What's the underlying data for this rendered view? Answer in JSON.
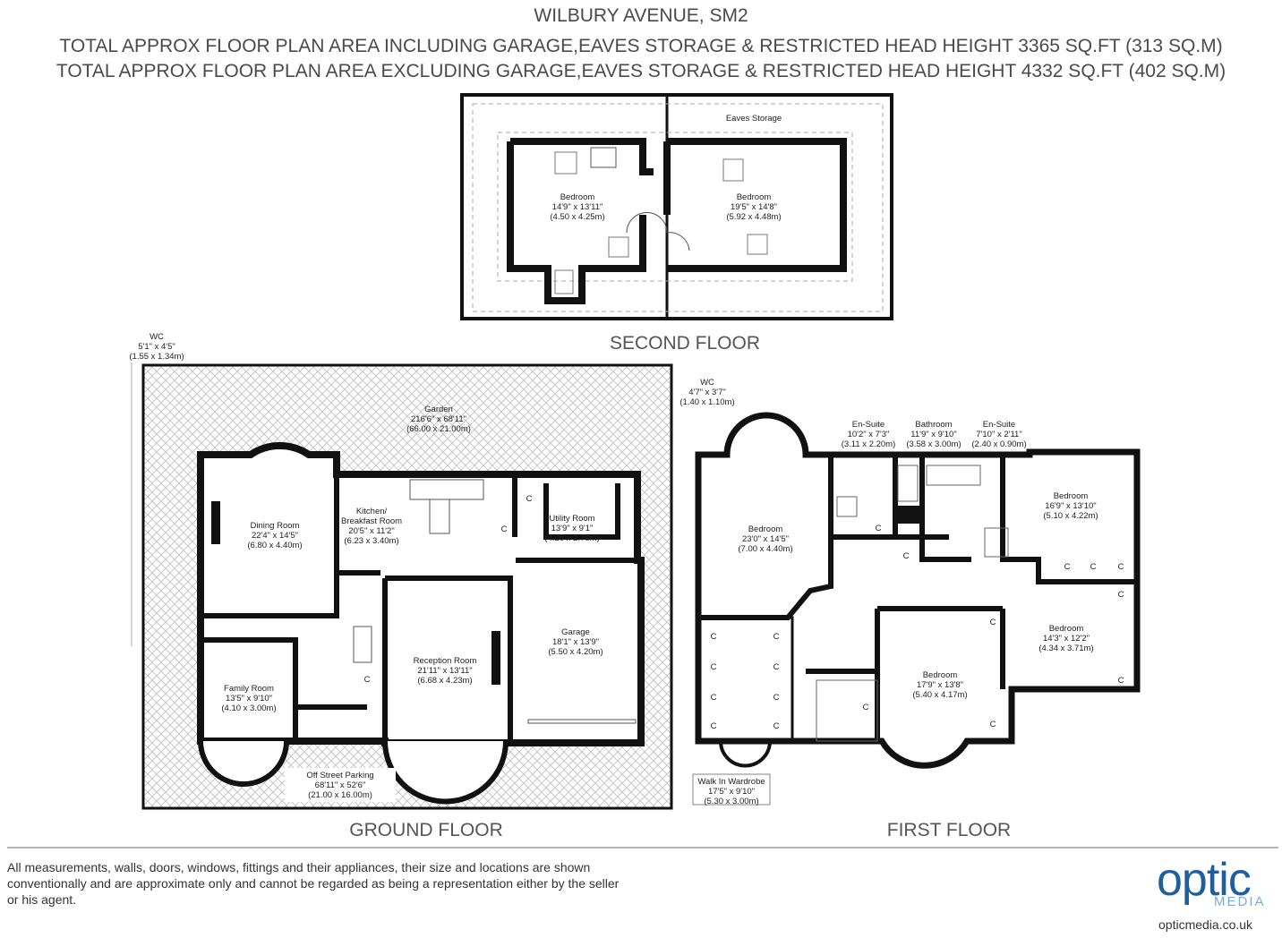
{
  "header": {
    "title": "WILBURY AVENUE, SM2",
    "line1": "TOTAL APPROX FLOOR PLAN AREA INCLUDING GARAGE,EAVES STORAGE & RESTRICTED HEAD HEIGHT 3365 SQ.FT (313 SQ.M)",
    "line2": "TOTAL APPROX FLOOR PLAN AREA EXCLUDING GARAGE,EAVES STORAGE & RESTRICTED HEAD HEIGHT 4332 SQ.FT (402 SQ.M)"
  },
  "floors": {
    "second": "SECOND FLOOR",
    "ground": "GROUND FLOOR",
    "first": "FIRST FLOOR"
  },
  "rooms": {
    "eaves_storage": "Eaves Storage",
    "sf_bedroom_left": [
      "Bedroom",
      "14'9\" x 13'11\"",
      "(4.50 x 4.25m)"
    ],
    "sf_bedroom_right": [
      "Bedroom",
      "19'5\" x 14'8\"",
      "(5.92 x 4.48m)"
    ],
    "gf_wc": [
      "WC",
      "5'1\" x 4'5\"",
      "(1.55 x 1.34m)"
    ],
    "garden": [
      "Garden",
      "216'6\" x 68'11\"",
      "(66.00 x 21.00m)"
    ],
    "gf_wc2": [
      "WC",
      "4'7\" x 3'7\"",
      "(1.40 x 1.10m)"
    ],
    "dining_room": [
      "Dining Room",
      "22'4\" x 14'5\"",
      "(6.80 x 4.40m)"
    ],
    "kitchen": [
      "Kitchen/",
      "Breakfast Room",
      "20'5\" x 11'2\"",
      "(6.23 x 3.40m)"
    ],
    "utility_room": [
      "Utility Room",
      "13'9\" x 9'1\"",
      "(4.20 x 2.78m)"
    ],
    "garage": [
      "Garage",
      "18'1\" x 13'9\"",
      "(5.50 x 4.20m)"
    ],
    "reception_room": [
      "Reception Room",
      "21'11\" x 13'11\"",
      "(6.68 x 4.23m)"
    ],
    "family_room": [
      "Family Room",
      "13'5\" x 9'10\"",
      "(4.10 x 3.00m)"
    ],
    "off_street_parking": [
      "Off Street Parking",
      "68'11\" x 52'6\"",
      "(21.00 x 16.00m)"
    ],
    "ff_en_suite_1": [
      "En-Suite",
      "10'2\" x 7'3\"",
      "(3.11 x 2.20m)"
    ],
    "ff_bathroom": [
      "Bathroom",
      "11'9\" x 9'10\"",
      "(3.58 x 3.00m)"
    ],
    "ff_en_suite_2": [
      "En-Suite",
      "7'10\" x 2'11\"",
      "(2.40 x 0.90m)"
    ],
    "ff_bedroom_main": [
      "Bedroom",
      "23'0\" x 14'5\"",
      "(7.00 x 4.40m)"
    ],
    "ff_bedroom_ne": [
      "Bedroom",
      "16'9\" x 13'10\"",
      "(5.10 x 4.22m)"
    ],
    "ff_bedroom_e": [
      "Bedroom",
      "14'3\" x 12'2\"",
      "(4.34 x 3.71m)"
    ],
    "ff_bedroom_s": [
      "Bedroom",
      "17'9\" x 13'8\"",
      "(5.40 x 4.17m)"
    ],
    "walk_in_wardrobe": [
      "Walk In Wardrobe",
      "17'5\" x 9'10\"",
      "(5.30 x 3.00m)"
    ],
    "cupboard": "C"
  },
  "disclaimer": "All measurements, walls, doors, windows, fittings and their appliances, their size and locations are shown conventionally and are approximate only and cannot be regarded as being a representation either by the seller or his agent.",
  "logo": {
    "main": "optic",
    "sub": "MEDIA",
    "url": "opticmedia.co.uk"
  },
  "colors": {
    "wall": "#111111",
    "hatch": "#bdbdbd",
    "text": "#4a4a4a",
    "brand": "#1f5f9e"
  }
}
